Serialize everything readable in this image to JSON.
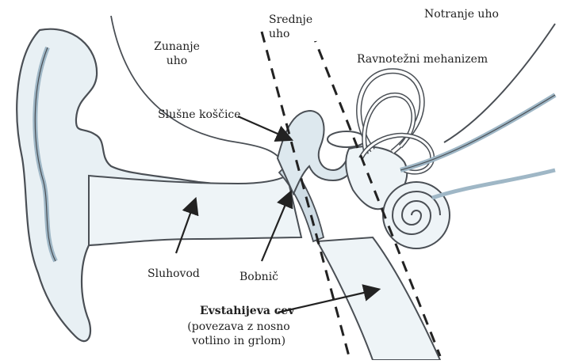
{
  "labels": {
    "outer_ear": [
      "Zunanje",
      "uho"
    ],
    "middle_ear": [
      "Srednje",
      "uho"
    ],
    "inner_ear": "Notranje uho",
    "balance": "Ravnotežni mehanizem",
    "ossicles": "Slušne koščice",
    "ear_canal": "Sluhovod",
    "eardrum": "Bobnič",
    "eustachian": "Evstahijeva cev",
    "eustachian_note": [
      "(povezava z nosno",
      "votlino in grlom)"
    ]
  },
  "colors": {
    "fill": "#e8f0f4",
    "stroke": "#4a4f55",
    "accent": "#9fb7c6",
    "text": "#1f1f1f"
  }
}
